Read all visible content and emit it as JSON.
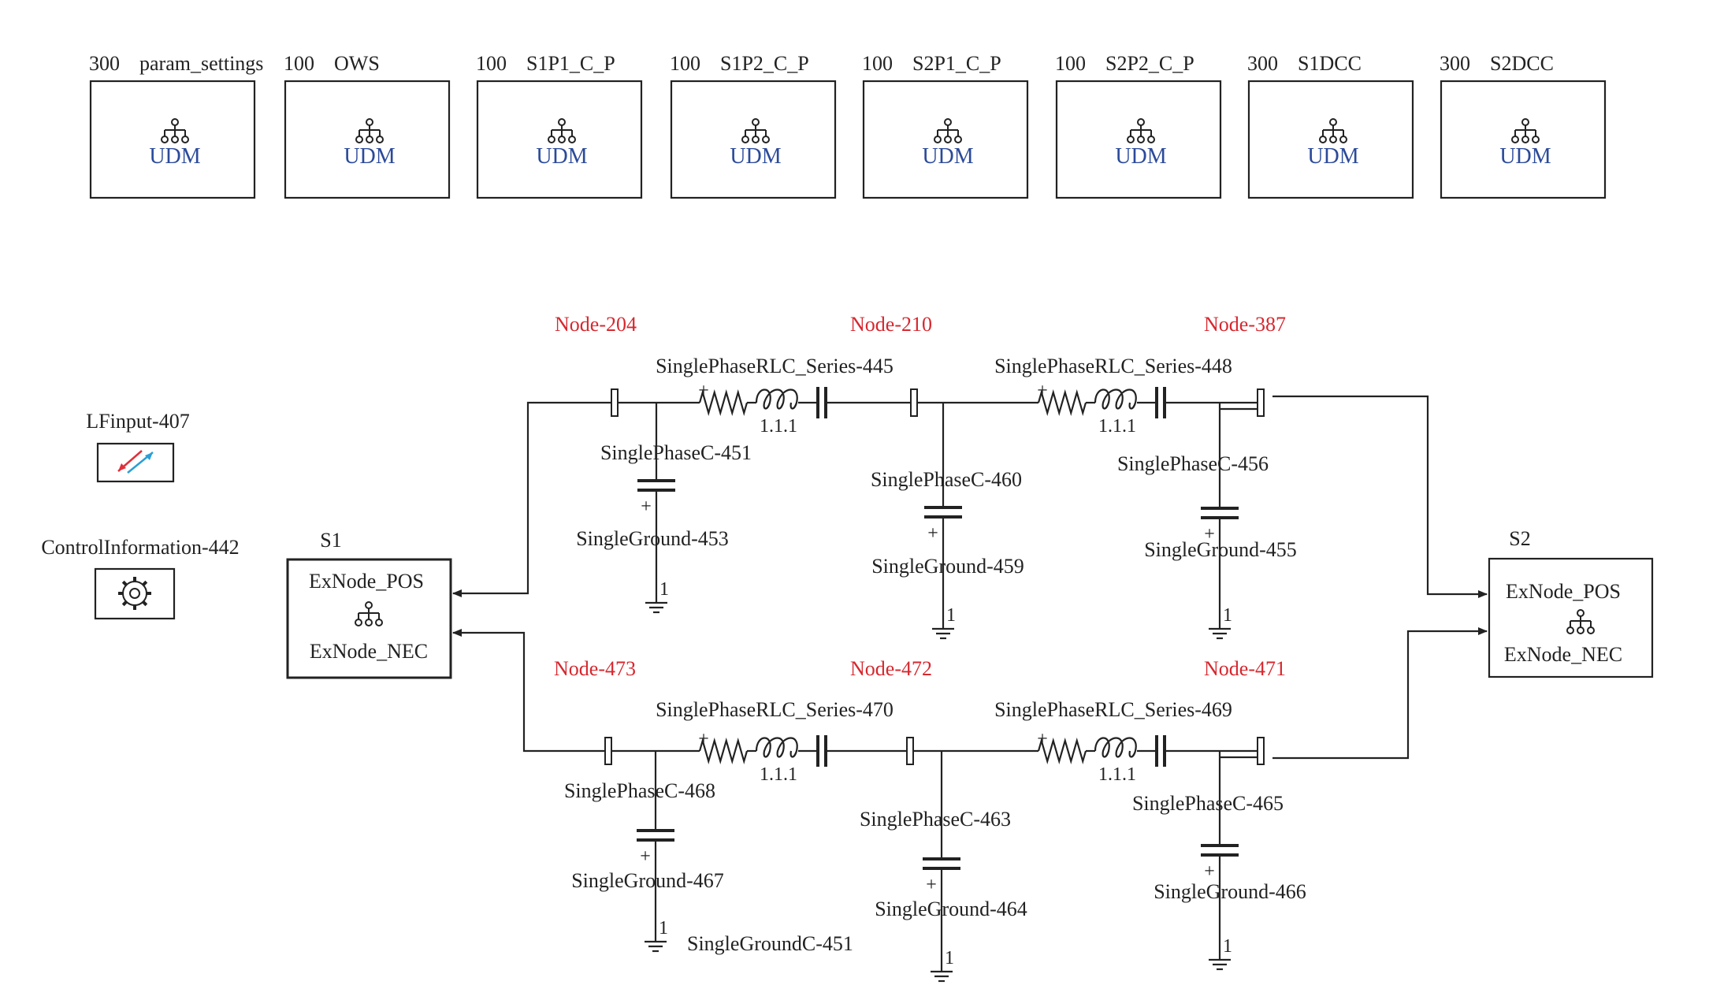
{
  "modules": [
    {
      "num": "300",
      "name": "param_settings",
      "udm": "UDM"
    },
    {
      "num": "100",
      "name": "OWS",
      "udm": "UDM"
    },
    {
      "num": "100",
      "name": "S1P1_C_P",
      "udm": "UDM"
    },
    {
      "num": "100",
      "name": "S1P2_C_P",
      "udm": "UDM"
    },
    {
      "num": "100",
      "name": "S2P1_C_P",
      "udm": "UDM"
    },
    {
      "num": "100",
      "name": "S2P2_C_P",
      "udm": "UDM"
    },
    {
      "num": "300",
      "name": "S1DCC",
      "udm": "UDM"
    },
    {
      "num": "300",
      "name": "S2DCC",
      "udm": "UDM"
    }
  ],
  "side_blocks": {
    "lfinput": "LFinput-407",
    "control": "ControlInformation-442"
  },
  "stations": {
    "s1": {
      "name": "S1",
      "pos": "ExNode_POS",
      "nec": "ExNode_NEC"
    },
    "s2": {
      "name": "S2",
      "pos": "ExNode_POS",
      "nec": "ExNode_NEC"
    }
  },
  "top_row": {
    "nodes": [
      "Node-204",
      "Node-210",
      "Node-387"
    ],
    "rlc": [
      "SinglePhaseRLC_Series-445",
      "SinglePhaseRLC_Series-448"
    ],
    "rlc_values": [
      "1.1.1",
      "1.1.1"
    ],
    "caps": [
      "SinglePhaseC-451",
      "SinglePhaseC-460",
      "SinglePhaseC-456"
    ],
    "grounds": [
      "SingleGround-453",
      "SingleGround-459",
      "SingleGround-455"
    ]
  },
  "bottom_row": {
    "nodes": [
      "Node-473",
      "Node-472",
      "Node-471"
    ],
    "rlc": [
      "SinglePhaseRLC_Series-470",
      "SinglePhaseRLC_Series-469"
    ],
    "rlc_values": [
      "1.1.1",
      "1.1.1"
    ],
    "caps": [
      "SinglePhaseC-468",
      "SinglePhaseC-463",
      "SinglePhaseC-465"
    ],
    "grounds": [
      "SingleGround-467",
      "SingleGround-464",
      "SingleGround-466"
    ]
  },
  "extra_label": "SingleGroundC-451",
  "ground_pin": "1",
  "plus_sign": "+",
  "colors": {
    "node_label": "#d6282f",
    "udm_label": "#2b4a9a",
    "lfinput_red": "#e0303a",
    "lfinput_blue": "#2a9fd6"
  },
  "icons": {
    "udm": "hierarchy-icon",
    "control": "gear-icon",
    "lfinput": "swap-arrows-icon"
  }
}
